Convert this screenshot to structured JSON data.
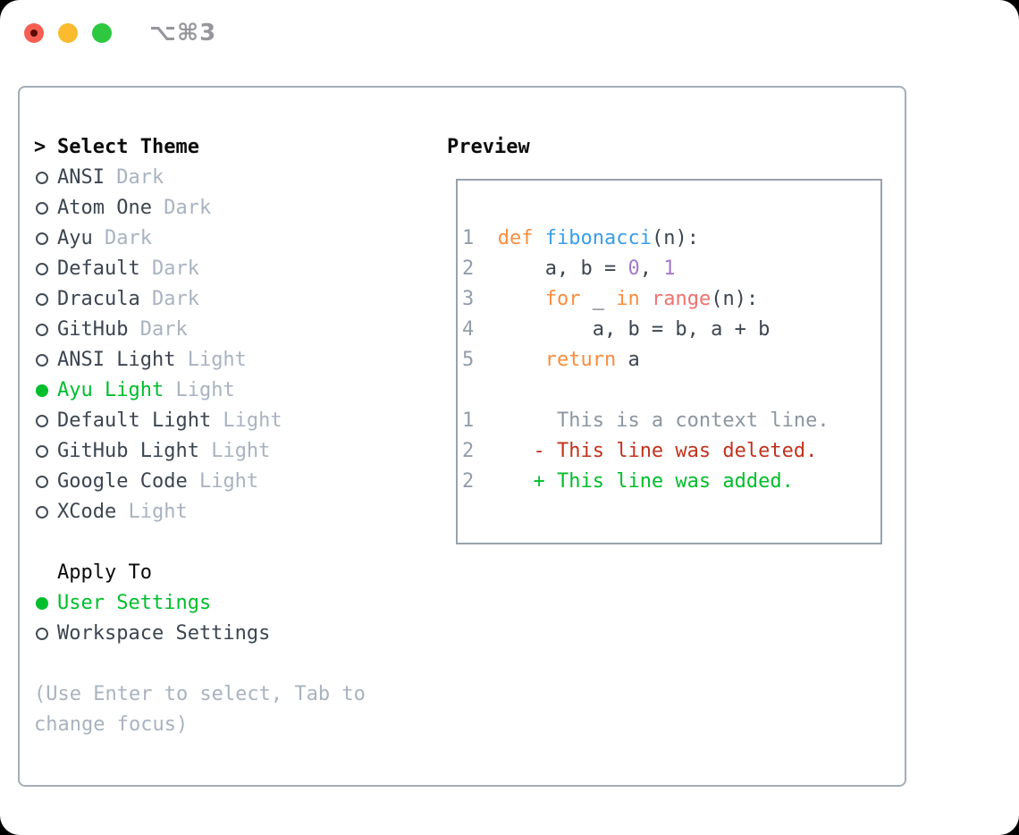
{
  "titlebar": {
    "title": "⌥⌘3"
  },
  "sidebar": {
    "header": {
      "prefix": ">",
      "label": "Select Theme"
    },
    "themes": [
      {
        "name": "ANSI",
        "variant": "Dark",
        "selected": false
      },
      {
        "name": "Atom One",
        "variant": "Dark",
        "selected": false
      },
      {
        "name": "Ayu",
        "variant": "Dark",
        "selected": false
      },
      {
        "name": "Default",
        "variant": "Dark",
        "selected": false
      },
      {
        "name": "Dracula",
        "variant": "Dark",
        "selected": false
      },
      {
        "name": "GitHub",
        "variant": "Dark",
        "selected": false
      },
      {
        "name": "ANSI Light",
        "variant": "Light",
        "selected": false
      },
      {
        "name": "Ayu Light",
        "variant": "Light",
        "selected": true
      },
      {
        "name": "Default Light",
        "variant": "Light",
        "selected": false
      },
      {
        "name": "GitHub Light",
        "variant": "Light",
        "selected": false
      },
      {
        "name": "Google Code",
        "variant": "Light",
        "selected": false
      },
      {
        "name": "XCode",
        "variant": "Light",
        "selected": false
      }
    ],
    "apply_to": {
      "label": "Apply To",
      "options": [
        {
          "name": "User Settings",
          "selected": true
        },
        {
          "name": "Workspace Settings",
          "selected": false
        }
      ]
    },
    "hint": "(Use Enter to select, Tab to change focus)"
  },
  "preview": {
    "label": "Preview",
    "lines": [
      {
        "num": "1",
        "seg": [
          {
            "t": "def",
            "c": "kw"
          },
          {
            "t": " ",
            "c": "p"
          },
          {
            "t": "fibonacci",
            "c": "fn"
          },
          {
            "t": "(n):",
            "c": "p"
          }
        ]
      },
      {
        "num": "2",
        "seg": [
          {
            "t": "    a, b = ",
            "c": "p"
          },
          {
            "t": "0",
            "c": "lit"
          },
          {
            "t": ", ",
            "c": "p"
          },
          {
            "t": "1",
            "c": "lit"
          }
        ]
      },
      {
        "num": "3",
        "seg": [
          {
            "t": "    ",
            "c": "p"
          },
          {
            "t": "for",
            "c": "kw"
          },
          {
            "t": " _ ",
            "c": "p"
          },
          {
            "t": "in",
            "c": "kw"
          },
          {
            "t": " ",
            "c": "p"
          },
          {
            "t": "range",
            "c": "call"
          },
          {
            "t": "(n):",
            "c": "p"
          }
        ]
      },
      {
        "num": "4",
        "seg": [
          {
            "t": "        a, b = b, a + b",
            "c": "p"
          }
        ]
      },
      {
        "num": "5",
        "seg": [
          {
            "t": "    ",
            "c": "p"
          },
          {
            "t": "return",
            "c": "kw"
          },
          {
            "t": " a",
            "c": "p"
          }
        ]
      },
      {
        "num": "",
        "seg": []
      },
      {
        "num": "1",
        "seg": [
          {
            "t": "     This is a context line.",
            "c": "ctx"
          }
        ]
      },
      {
        "num": "2",
        "seg": [
          {
            "t": "   - This line was deleted.",
            "c": "del"
          }
        ]
      },
      {
        "num": "2",
        "seg": [
          {
            "t": "   + This line was added.",
            "c": "add"
          }
        ]
      }
    ]
  },
  "colors": {
    "selected_green": "#00be2c",
    "deleted_red": "#c3321d",
    "keyword_orange": "#fa8d3e",
    "function_blue": "#399ee6",
    "literal_purple": "#a37acc",
    "call_coral": "#f07171",
    "muted_gray": "#a9b3c0",
    "panel_border": "#a5adb8"
  }
}
